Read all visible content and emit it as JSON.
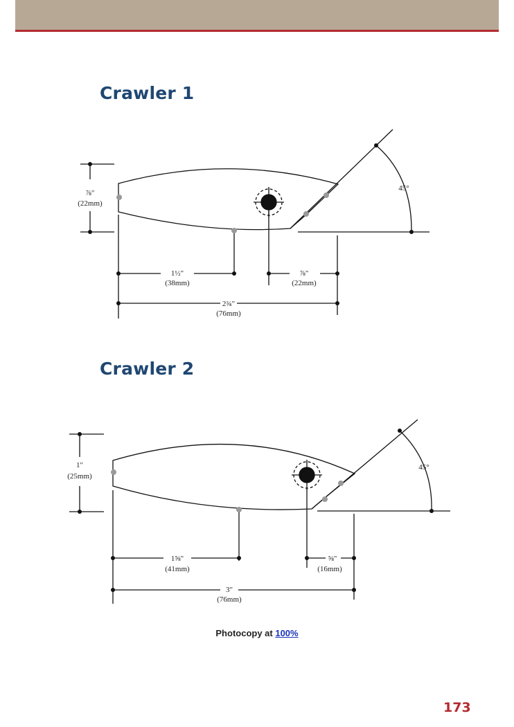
{
  "header_band": {
    "color": "#b7a896",
    "rule_color": "#b32a2f"
  },
  "crawler1": {
    "title": "Crawler 1",
    "height_frac": "⅞\"",
    "height_mm": "(22mm)",
    "dim_a_in": "1½\"",
    "dim_a_mm": "(38mm)",
    "dim_b_in": "⅞\"",
    "dim_b_mm": "(22mm)",
    "dim_total_in": "2¾\"",
    "dim_total_mm": "(76mm)",
    "angle": "45°"
  },
  "crawler2": {
    "title": "Crawler 2",
    "height_frac": "1\"",
    "height_mm": "(25mm)",
    "dim_a_in": "1⅝\"",
    "dim_a_mm": "(41mm)",
    "dim_b_in": "⅝\"",
    "dim_b_mm": "(16mm)",
    "dim_total_in": "3\"",
    "dim_total_mm": "(76mm)",
    "angle": "45°"
  },
  "caption": {
    "text": "Photocopy at ",
    "link": "100%"
  },
  "page_number": "173"
}
